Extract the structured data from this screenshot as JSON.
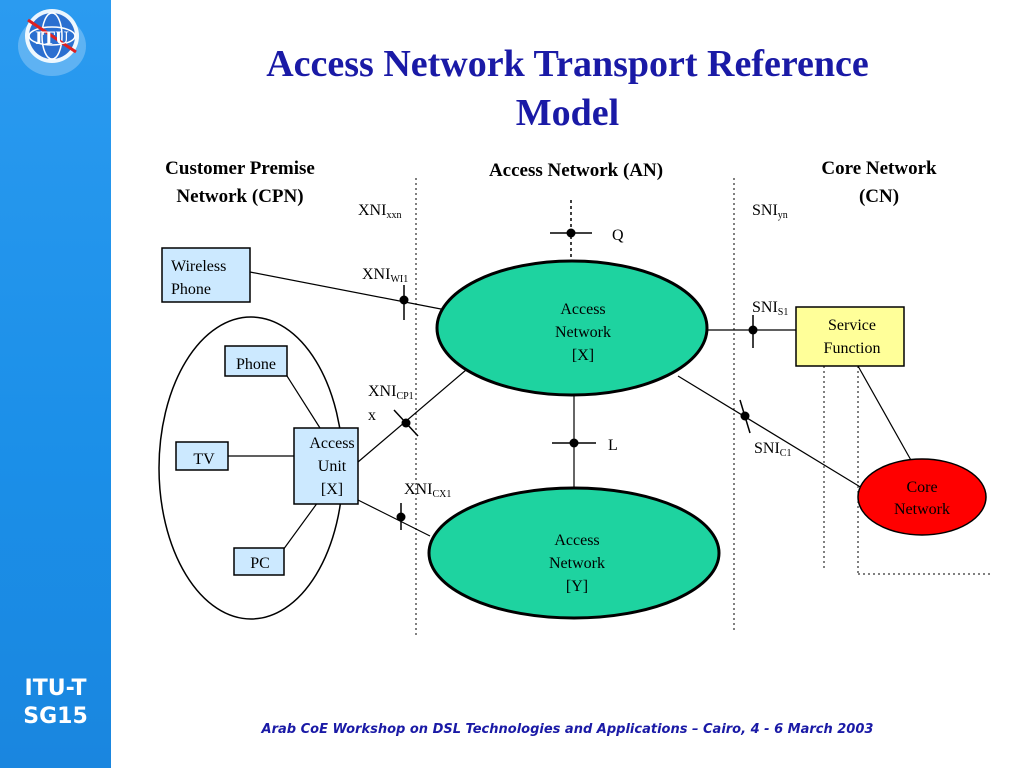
{
  "slide": {
    "title_line1": "Access Network Transport Reference",
    "title_line2": "Model",
    "footer": "Arab CoE  Workshop on DSL Technologies and Applications – Cairo, 4 - 6 March 2003"
  },
  "sidebar": {
    "logo_text": "ITU",
    "label_line1": "ITU-T",
    "label_line2": "SG15"
  },
  "colors": {
    "sidebar_blue": "#1b8fe8",
    "title_blue": "#1a1aa6",
    "access_network_green": "#1ed3a0",
    "service_function_yellow": "#ffff99",
    "core_network_red": "#ff0000",
    "cpe_box_blue": "#cce9ff"
  },
  "headers": {
    "cpn_line1": "Customer Premise",
    "cpn_line2": "Network (CPN)",
    "an": "Access Network (AN)",
    "cn_line1": "Core Network",
    "cn_line2": "(CN)"
  },
  "nodes": {
    "wireless_phone": [
      "Wireless",
      "Phone"
    ],
    "phone": "Phone",
    "tv": "TV",
    "pc": "PC",
    "access_unit": [
      "Access",
      "Unit",
      "[X]"
    ],
    "access_network_x": [
      "Access",
      "Network",
      "[X]"
    ],
    "access_network_y": [
      "Access",
      "Network",
      "[Y]"
    ],
    "service_function": [
      "Service",
      "Function"
    ],
    "core_network": [
      "Core",
      "Network"
    ]
  },
  "interfaces": {
    "xni_xxn": {
      "base": "XNI",
      "sub": "xxn"
    },
    "xni_wi": {
      "base": "XNI",
      "sub": "WI1"
    },
    "xni_cp": {
      "base": "XNI",
      "sub": "CP1",
      "extra": "x"
    },
    "xni_cx": {
      "base": "XNI",
      "sub": "CX1"
    },
    "sni_yn": {
      "base": "SNI",
      "sub": "yn"
    },
    "sni_s": {
      "base": "SNI",
      "sub": "S1"
    },
    "sni_c": {
      "base": "SNI",
      "sub": "C1"
    },
    "q": "Q",
    "l": "L"
  }
}
